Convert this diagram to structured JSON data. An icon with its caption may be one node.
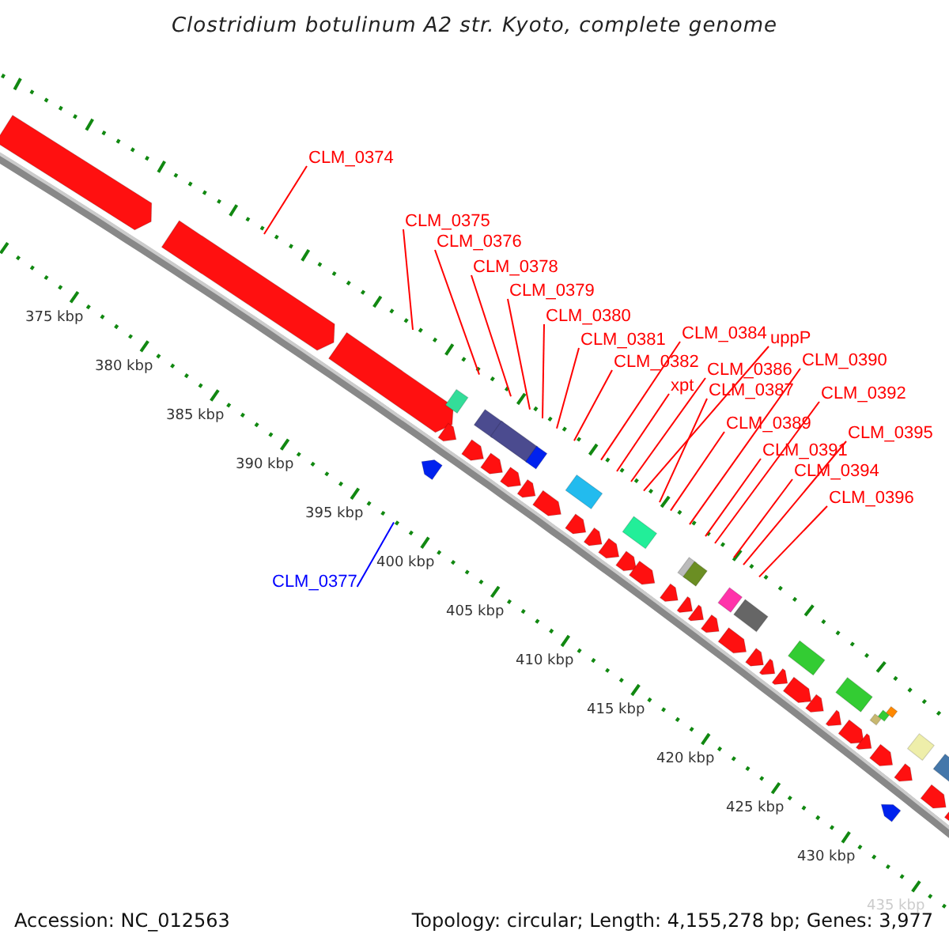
{
  "diagram": {
    "title": "Clostridium botulinum A2 str. Kyoto, complete genome",
    "nodes": [
      {
        "text": [
          "CLM_0374"
        ]
      },
      {
        "text": [
          "CLM_0375"
        ]
      },
      {
        "text": [
          "CLM_0376"
        ]
      },
      {
        "text": [
          "CLM_0378"
        ]
      },
      {
        "text": [
          "CLM_0379"
        ]
      },
      {
        "text": [
          "CLM_0380"
        ]
      },
      {
        "text": [
          "CLM_0384"
        ]
      },
      {
        "text": [
          "uppP"
        ]
      },
      {
        "text": [
          "CLM_0381"
        ]
      },
      {
        "text": [
          "CLM_0390"
        ]
      },
      {
        "text": [
          "CLM_0382"
        ]
      },
      {
        "text": [
          "CLM_0386"
        ]
      },
      {
        "text": [
          "xpt"
        ]
      },
      {
        "text": [
          "CLM_0387"
        ]
      },
      {
        "text": [
          "CLM_0392"
        ]
      },
      {
        "text": [
          "CLM_0389"
        ]
      },
      {
        "text": [
          "CLM_0395"
        ]
      },
      {
        "text": [
          "CLM_0391"
        ]
      },
      {
        "text": [
          "CLM_0394"
        ]
      },
      {
        "text": [
          "CLM_0396"
        ]
      },
      {
        "text": [
          "CLM_0377"
        ]
      }
    ],
    "edges": [
      {
        "from": 0,
        "to": null,
        "arrow": "none"
      },
      {
        "from": 1,
        "to": null,
        "arrow": "none"
      },
      {
        "from": 2,
        "to": null,
        "arrow": "none"
      },
      {
        "from": 3,
        "to": null,
        "arrow": "none"
      },
      {
        "from": 4,
        "to": null,
        "arrow": "none"
      },
      {
        "from": 5,
        "to": null,
        "arrow": "none"
      },
      {
        "from": 6,
        "to": null,
        "arrow": "none"
      },
      {
        "from": 7,
        "to": null,
        "arrow": "none"
      },
      {
        "from": 8,
        "to": null,
        "arrow": "none"
      },
      {
        "from": 9,
        "to": null,
        "arrow": "none"
      },
      {
        "from": 10,
        "to": null,
        "arrow": "none"
      },
      {
        "from": 11,
        "to": null,
        "arrow": "none"
      },
      {
        "from": 12,
        "to": null,
        "arrow": "none"
      },
      {
        "from": 13,
        "to": null,
        "arrow": "none"
      },
      {
        "from": 14,
        "to": null,
        "arrow": "none"
      },
      {
        "from": 15,
        "to": null,
        "arrow": "none"
      },
      {
        "from": 16,
        "to": null,
        "arrow": "none"
      },
      {
        "from": 17,
        "to": null,
        "arrow": "none"
      },
      {
        "from": 18,
        "to": null,
        "arrow": "none"
      },
      {
        "from": 19,
        "to": null,
        "arrow": "none"
      },
      {
        "from": 20,
        "to": null,
        "arrow": "none",
        "color": "#0000ff"
      }
    ],
    "labels": [
      "375 kbp",
      "380 kbp",
      "385 kbp",
      "390 kbp",
      "395 kbp",
      "400 kbp",
      "405 kbp",
      "410 kbp",
      "415 kbp",
      "420 kbp",
      "425 kbp",
      "430 kbp",
      "435 kbp",
      "Accession: NC_012563",
      "Topology: circular; Length: 4,155,278 bp; Genes: 3,977"
    ]
  }
}
